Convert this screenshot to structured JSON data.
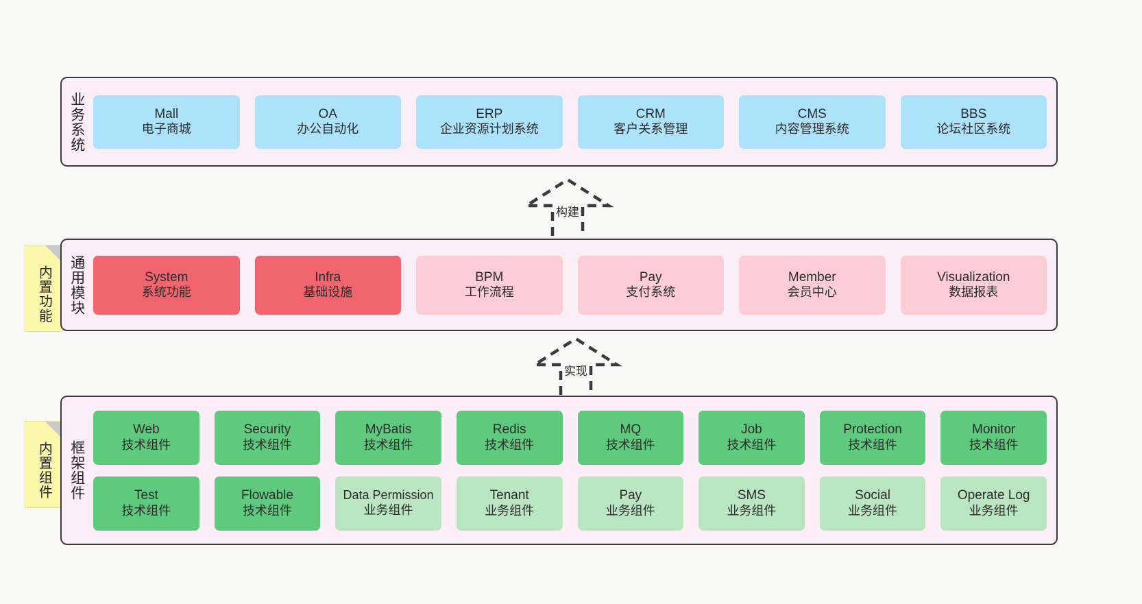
{
  "diagram": {
    "background_color": "#f8f8f7",
    "panel_color": "#fbeef6",
    "note_color": "#fcf8ab"
  },
  "layers": {
    "business": {
      "title": "业务系统",
      "card_color": "#ade2fb",
      "cards": [
        {
          "en": "Mall",
          "cn": "电子商城"
        },
        {
          "en": "OA",
          "cn": "办公自动化"
        },
        {
          "en": "ERP",
          "cn": "企业资源计划系统"
        },
        {
          "en": "CRM",
          "cn": "客户关系管理"
        },
        {
          "en": "CMS",
          "cn": "内容管理系统"
        },
        {
          "en": "BBS",
          "cn": "论坛社区系统"
        }
      ]
    },
    "module": {
      "title": "通用模块",
      "note": "内置功能",
      "card_color_primary": "#f1666e",
      "card_color_secondary": "#fccdd5",
      "cards": [
        {
          "en": "System",
          "cn": "系统功能",
          "variant": "red"
        },
        {
          "en": "Infra",
          "cn": "基础设施",
          "variant": "red"
        },
        {
          "en": "BPM",
          "cn": "工作流程",
          "variant": "pink"
        },
        {
          "en": "Pay",
          "cn": "支付系统",
          "variant": "pink"
        },
        {
          "en": "Member",
          "cn": "会员中心",
          "variant": "pink"
        },
        {
          "en": "Visualization",
          "cn": "数据报表",
          "variant": "pink"
        }
      ]
    },
    "framework": {
      "title": "框架组件",
      "note": "内置组件",
      "card_color_tech": "#5fca7d",
      "card_color_biz": "#b9e5c1",
      "row1": [
        {
          "en": "Web",
          "cn": "技术组件",
          "variant": "green"
        },
        {
          "en": "Security",
          "cn": "技术组件",
          "variant": "green"
        },
        {
          "en": "MyBatis",
          "cn": "技术组件",
          "variant": "green"
        },
        {
          "en": "Redis",
          "cn": "技术组件",
          "variant": "green"
        },
        {
          "en": "MQ",
          "cn": "技术组件",
          "variant": "green"
        },
        {
          "en": "Job",
          "cn": "技术组件",
          "variant": "green"
        },
        {
          "en": "Protection",
          "cn": "技术组件",
          "variant": "green"
        },
        {
          "en": "Monitor",
          "cn": "技术组件",
          "variant": "green"
        }
      ],
      "row2": [
        {
          "en": "Test",
          "cn": "技术组件",
          "variant": "green"
        },
        {
          "en": "Flowable",
          "cn": "技术组件",
          "variant": "green"
        },
        {
          "en": "Data Permission",
          "cn": "业务组件",
          "variant": "green-lite"
        },
        {
          "en": "Tenant",
          "cn": "业务组件",
          "variant": "green-lite"
        },
        {
          "en": "Pay",
          "cn": "业务组件",
          "variant": "green-lite"
        },
        {
          "en": "SMS",
          "cn": "业务组件",
          "variant": "green-lite"
        },
        {
          "en": "Social",
          "cn": "业务组件",
          "variant": "green-lite"
        },
        {
          "en": "Operate Log",
          "cn": "业务组件",
          "variant": "green-lite"
        }
      ]
    }
  },
  "connectors": [
    {
      "id": "build",
      "label": "构建",
      "direction": "up",
      "style": "dashed-hollow-arrow"
    },
    {
      "id": "implement",
      "label": "实现",
      "direction": "up",
      "style": "dashed-hollow-arrow"
    }
  ]
}
